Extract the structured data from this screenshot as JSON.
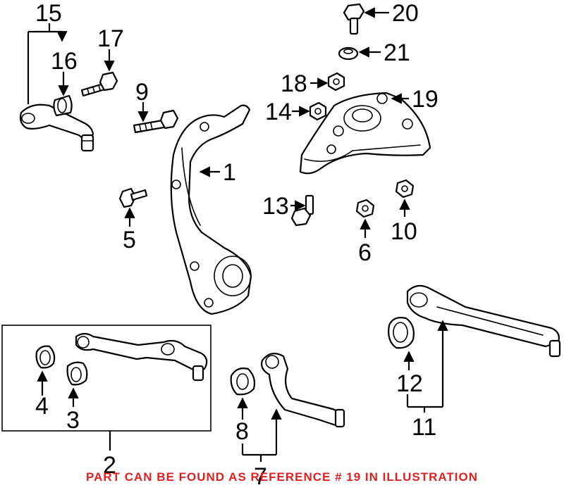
{
  "callouts": {
    "c1": "1",
    "c2": "2",
    "c3": "3",
    "c4": "4",
    "c5": "5",
    "c6": "6",
    "c7": "7",
    "c8": "8",
    "c9": "9",
    "c10": "10",
    "c11": "11",
    "c12": "12",
    "c13": "13",
    "c14": "14",
    "c15": "15",
    "c16": "16",
    "c17": "17",
    "c18": "18",
    "c19": "19",
    "c20": "20",
    "c21": "21"
  },
  "footer_note": "PART CAN BE FOUND AS REFERENCE # 19 IN ILLUSTRATION",
  "colors": {
    "line": "#000000",
    "note": "#e01f1f",
    "background": "#ffffff"
  }
}
